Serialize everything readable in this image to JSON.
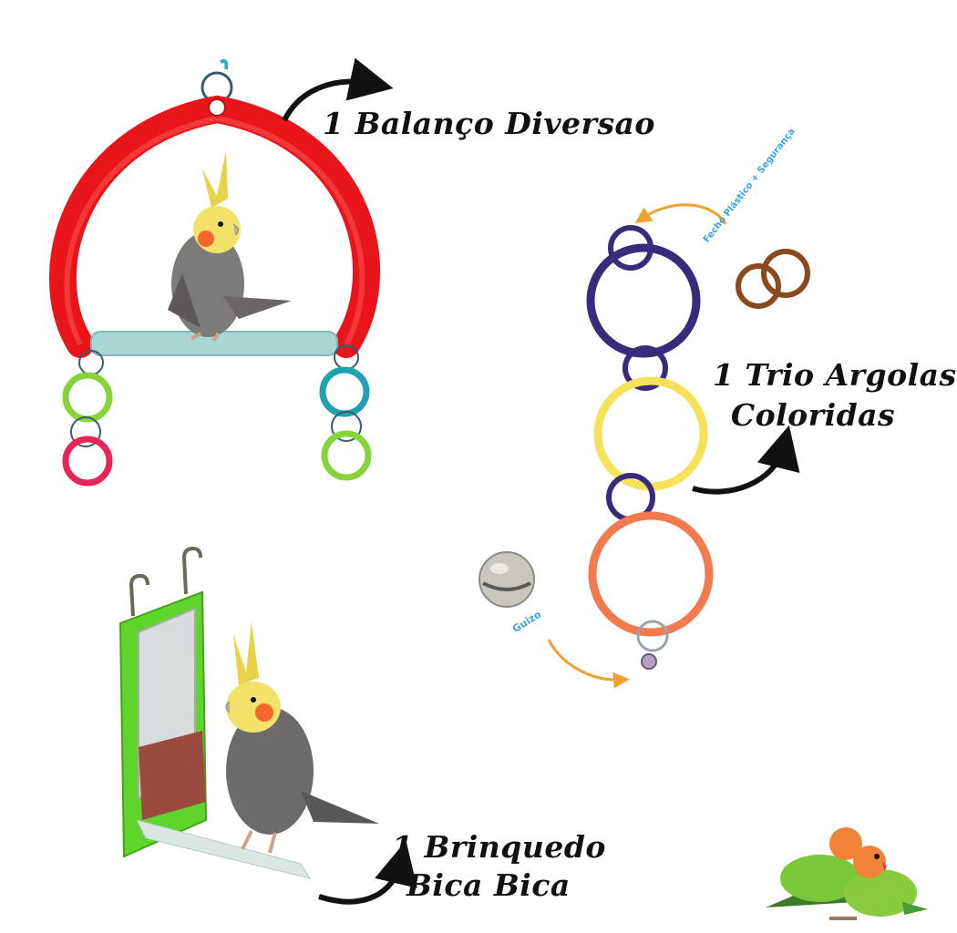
{
  "products": {
    "swing_label": "1 Balanço Diversao",
    "rings_label_line1": "1 Trio Argolas",
    "rings_label_line2": "Coloridas",
    "toy_label_line1": "1 Brinquedo",
    "toy_label_line2": "Bica Bica"
  },
  "callouts": {
    "clasp_label": "Fecho Plástico + Segurança",
    "bell_label": "Guizo"
  },
  "colors": {
    "swing_red": "#e8161b",
    "perch_blue": "#a7d6d3",
    "ring_purple": "#3a2a7a",
    "ring_yellow": "#f5e25a",
    "ring_orange": "#f27a4e",
    "mirror_green": "#5fd42a",
    "arrow_black": "#111111",
    "arrow_orange": "#f0a030",
    "callout_blue": "#3aa3e0"
  }
}
